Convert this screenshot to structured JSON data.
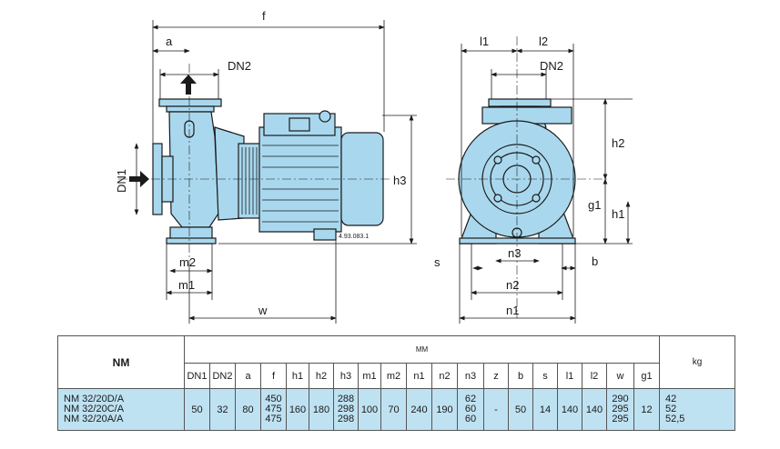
{
  "drawing": {
    "labels": {
      "f": "f",
      "a": "a",
      "dn2": "DN2",
      "dn1": "DN1",
      "h3": "h3",
      "m2": "m2",
      "m1": "m1",
      "w": "w",
      "code": "4.93.083.1",
      "l1": "l1",
      "l2": "l2",
      "h2": "h2",
      "g1": "g1",
      "h1": "h1",
      "s": "s",
      "n3": "n3",
      "b": "b",
      "n2": "n2",
      "n1": "n1"
    },
    "colors": {
      "pump": "#a9d8ee",
      "outline": "#1a1a1a",
      "dim": "#1a1a1a"
    }
  },
  "table": {
    "model_header": "NM",
    "unit_mm": "MM",
    "unit_kg": "kg",
    "columns": [
      "DN1",
      "DN2",
      "a",
      "f",
      "h1",
      "h2",
      "h3",
      "m1",
      "m2",
      "n1",
      "n2",
      "n3",
      "z",
      "b",
      "s",
      "l1",
      "l2",
      "w",
      "g1"
    ],
    "row": {
      "models": [
        "NM  32/20D/A",
        "NM  32/20C/A",
        "NM  32/20A/A"
      ],
      "DN1": "50",
      "DN2": "32",
      "a": "80",
      "f": [
        "450",
        "475",
        "475"
      ],
      "h1": "160",
      "h2": "180",
      "h3": [
        "288",
        "298",
        "298"
      ],
      "m1": "100",
      "m2": "70",
      "n1": "240",
      "n2": "190",
      "n3": [
        "62",
        "60",
        "60"
      ],
      "z": "-",
      "b": "50",
      "s": "14",
      "l1": "140",
      "l2": "140",
      "w": [
        "290",
        "295",
        "295"
      ],
      "g1": "12",
      "kg": [
        "42",
        "52",
        "52,5"
      ]
    }
  }
}
